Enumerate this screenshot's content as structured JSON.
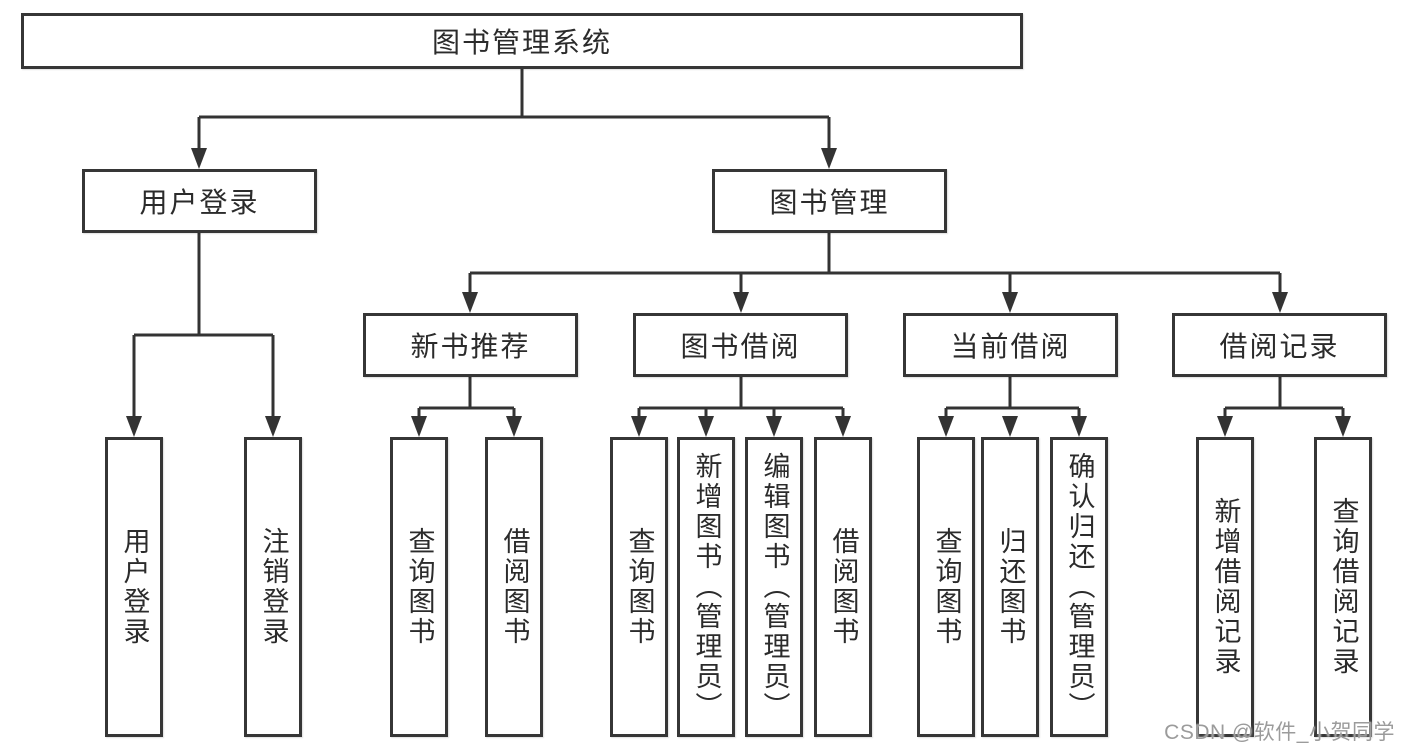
{
  "diagram": {
    "title": "图书管理系统",
    "nodes": {
      "root": {
        "label": "图书管理系统"
      },
      "level1": [
        {
          "label": "用户登录"
        },
        {
          "label": "图书管理"
        }
      ],
      "level2": [
        {
          "label": "新书推荐"
        },
        {
          "label": "图书借阅"
        },
        {
          "label": "当前借阅"
        },
        {
          "label": "借阅记录"
        }
      ],
      "leaves": [
        {
          "label": "用户登录"
        },
        {
          "label": "注销登录"
        },
        {
          "label": "查询图书"
        },
        {
          "label": "借阅图书"
        },
        {
          "label": "查询图书"
        },
        {
          "label": "新增图书（管理员）"
        },
        {
          "label": "编辑图书（管理员）"
        },
        {
          "label": "借阅图书"
        },
        {
          "label": "查询图书"
        },
        {
          "label": "归还图书"
        },
        {
          "label": "确认归还（管理员）"
        },
        {
          "label": "新增借阅记录"
        },
        {
          "label": "查询借阅记录"
        }
      ]
    },
    "edges": [
      "图书管理系统→用户登录",
      "图书管理系统→图书管理",
      "用户登录→用户登录",
      "用户登录→注销登录",
      "图书管理→新书推荐",
      "图书管理→图书借阅",
      "图书管理→当前借阅",
      "图书管理→借阅记录",
      "新书推荐→查询图书",
      "新书推荐→借阅图书",
      "图书借阅→查询图书",
      "图书借阅→新增图书（管理员）",
      "图书借阅→编辑图书（管理员）",
      "图书借阅→借阅图书",
      "当前借阅→查询图书",
      "当前借阅→归还图书",
      "当前借阅→确认归还（管理员）",
      "借阅记录→新增借阅记录",
      "借阅记录→查询借阅记录"
    ],
    "colors": {
      "border": "#363636",
      "line": "#333333",
      "text": "#2b2b2b",
      "background": "#ffffff",
      "watermark": "#9b9b9b"
    }
  },
  "watermark": {
    "text": "CSDN @软件_小贺同学"
  }
}
